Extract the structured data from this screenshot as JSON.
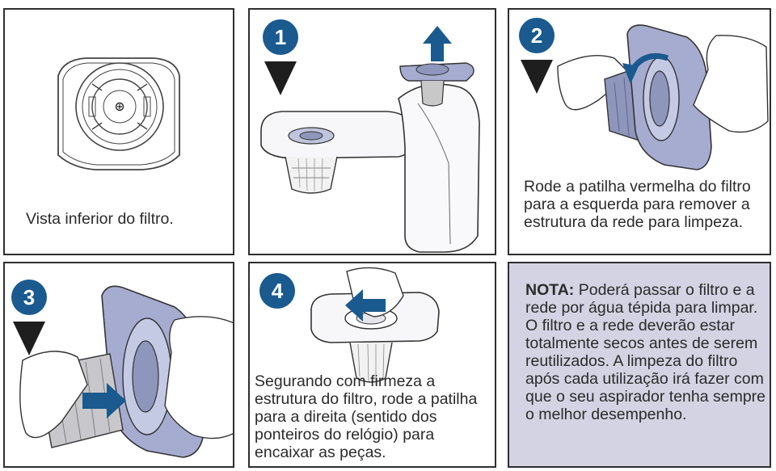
{
  "panels": {
    "bottom_view": {
      "caption": "Vista inferior do filtro."
    },
    "step1": {
      "number": "1"
    },
    "step2": {
      "number": "2",
      "caption": "Rode a patilha vermelha do filtro para a esquerda para remover a estrutura da rede para limpeza."
    },
    "step3": {
      "number": "3"
    },
    "step4": {
      "number": "4",
      "caption": "Segurando com firmeza a estrutura do filtro, rode a patilha para a direita (sentido dos ponteiros do relógio) para encaixar as peças."
    },
    "note": {
      "label": "NOTA:",
      "text": " Poderá passar o filtro e a rede por água tépida para limpar. O filtro e a rede deverão estar totalmente secos antes de serem reutilizados. A limpeza do filtro após cada utilização irá fazer com que o seu aspirador tenha sempre o melhor desempenho."
    }
  },
  "colors": {
    "badge": "#1a5a8f",
    "arrow": "#1a5a8f",
    "filter_part": "#9aa3c9",
    "note_bg": "#d3d3e3",
    "border": "#2f2f2f"
  }
}
